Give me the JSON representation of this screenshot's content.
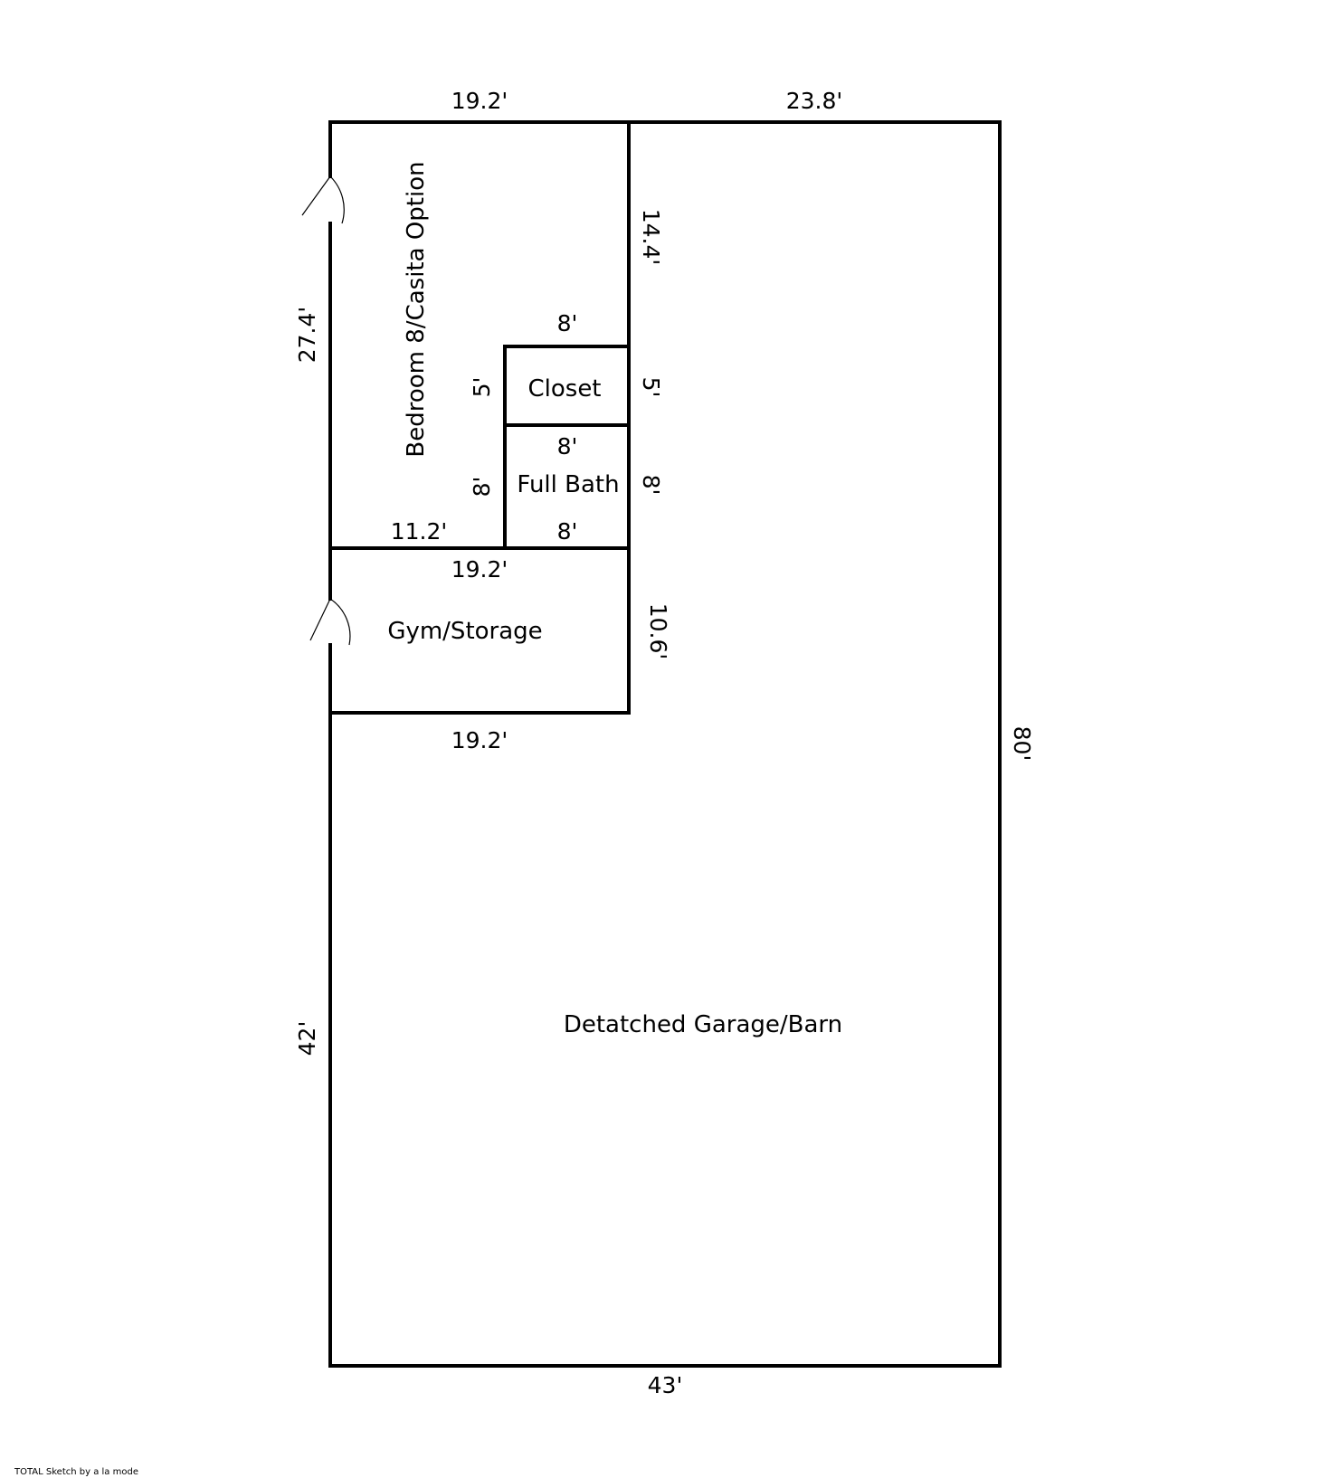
{
  "rooms": {
    "bedroom": "Bedroom 8/Casita Option",
    "closet": "Closet",
    "full_bath": "Full Bath",
    "gym_storage": "Gym/Storage",
    "garage": "Detatched Garage/Barn"
  },
  "dimensions": {
    "top_left": "19.2'",
    "top_right": "23.8'",
    "left_upper": "27.4'",
    "bedroom_right": "14.4'",
    "closet_top": "8'",
    "closet_left": "5'",
    "closet_right": "5'",
    "bath_top": "8'",
    "bath_left": "8'",
    "bath_right": "8'",
    "bath_bottom": "8'",
    "bedroom_bottom": "11.2'",
    "gym_top": "19.2'",
    "gym_right": "10.6'",
    "gym_bottom": "19.2'",
    "right_total": "80'",
    "left_lower": "42'",
    "bottom_total": "43'"
  },
  "footer": {
    "text": "TOTAL Sketch by a la mode"
  },
  "colors": {
    "wall": "#000000",
    "background": "#ffffff"
  }
}
